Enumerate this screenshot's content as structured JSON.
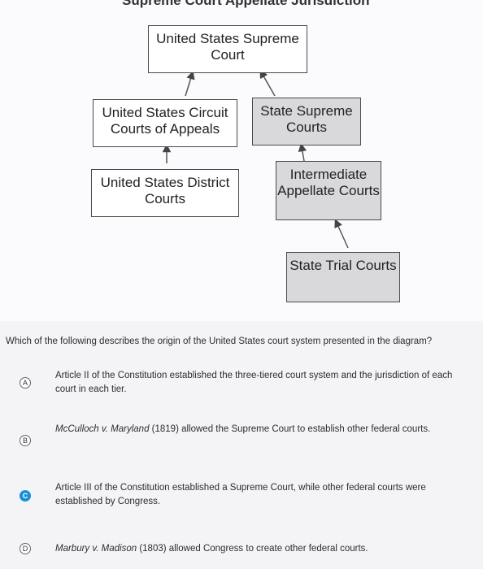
{
  "diagram": {
    "title_partial": "Supreme Court Appellate Jurisdiction",
    "boxes": {
      "us_supreme": "United States Supreme Court",
      "us_circuit": "United States Circuit Courts of Appeals",
      "state_supreme": "State Supreme Courts",
      "us_district": "United States District Courts",
      "intermediate": "Intermediate Appellate Courts",
      "state_trial": "State Trial Courts"
    }
  },
  "question": {
    "text": "Which of the following describes the origin of the United States court system presented in the diagram?"
  },
  "choices": [
    {
      "letter": "A",
      "case": "",
      "text": "Article II of the Constitution established the three-tiered court system and the jurisdiction of each court in each tier.",
      "selected": false
    },
    {
      "letter": "B",
      "case": "McCulloch v. Maryland",
      "text": " (1819) allowed the Supreme Court to establish other federal courts.",
      "selected": false
    },
    {
      "letter": "C",
      "case": "",
      "text": "Article III of the Constitution established a Supreme Court, while other federal courts were established by Congress.",
      "selected": true
    },
    {
      "letter": "D",
      "case": "Marbury v. Madison",
      "text": " (1803) allowed Congress to create other federal courts.",
      "selected": false
    }
  ],
  "colors": {
    "selected_badge": "#1a8fd8",
    "gray_box": "#d9d9dc"
  }
}
